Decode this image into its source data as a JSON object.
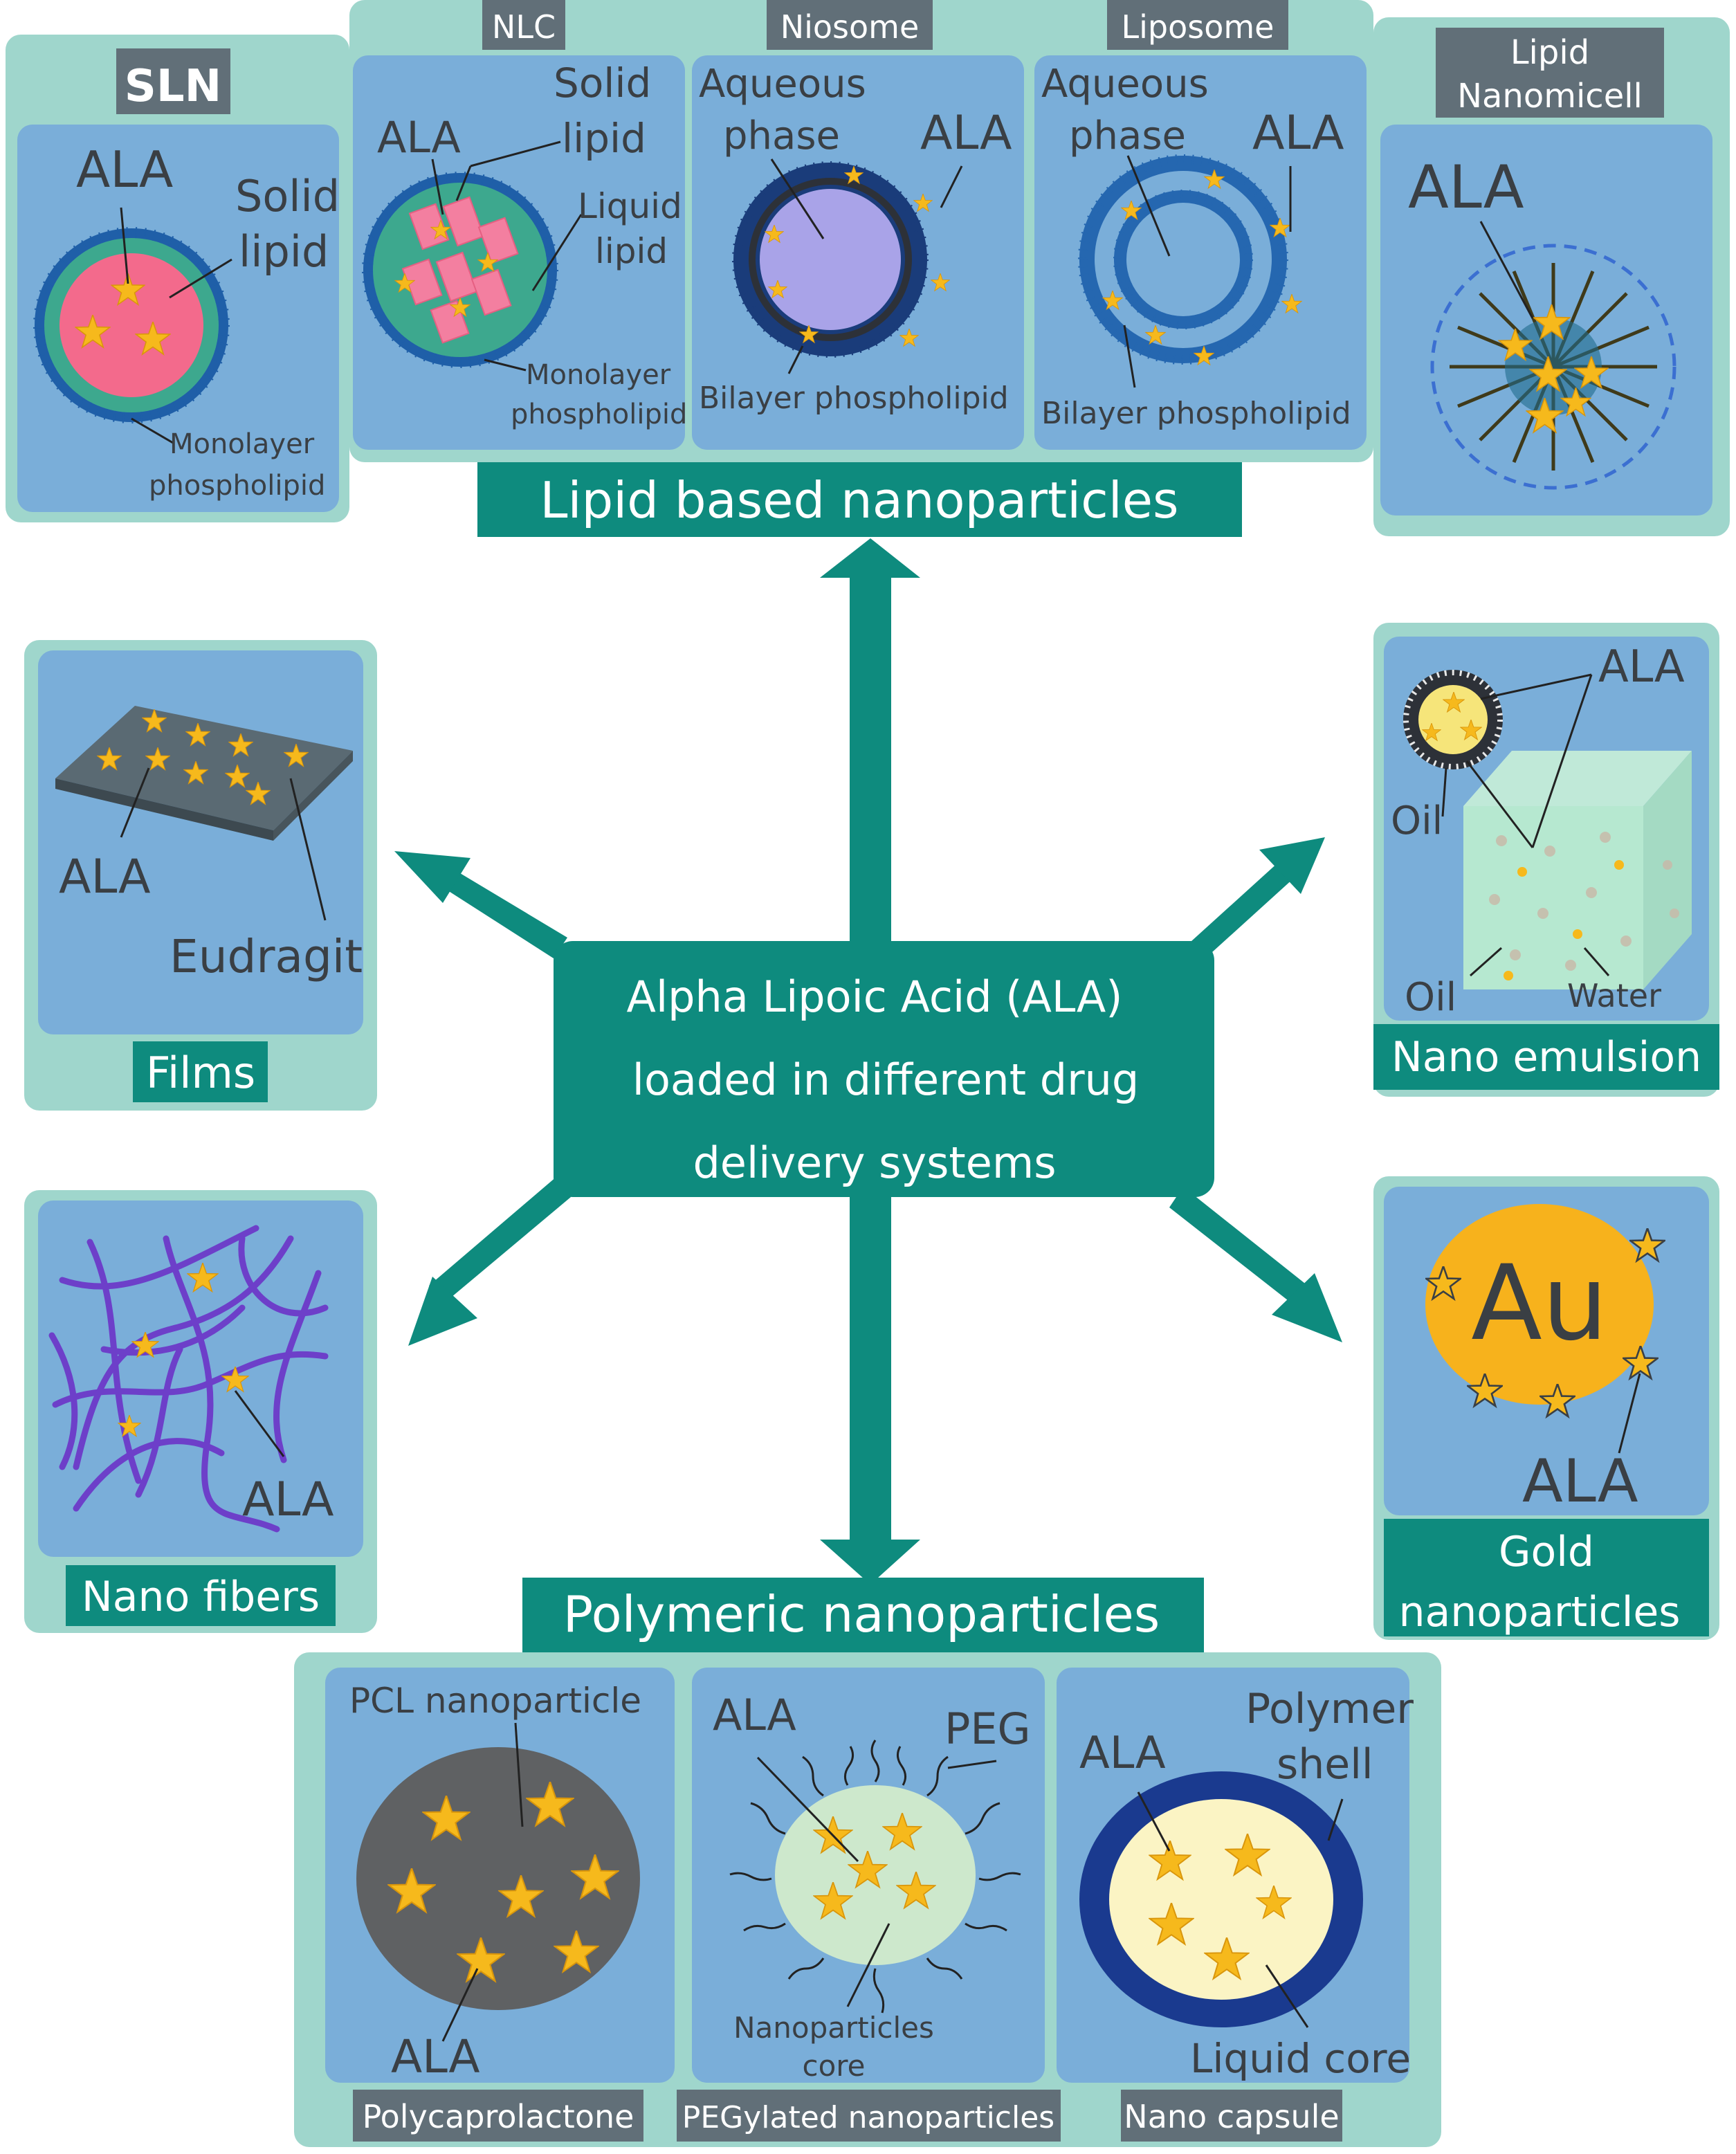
{
  "colors": {
    "outer_panel": "#9fd6cc",
    "inner_panel": "#7aaed9",
    "teal": "#0e8b7e",
    "dark_tag": "#616f78",
    "star": "#f6b91c",
    "text_dark": "#3a3f44"
  },
  "center": {
    "line1": "Alpha Lipoic Acid (ALA)",
    "line2": "loaded in different drug",
    "line3": "delivery systems"
  },
  "lipid": {
    "banner": "Lipid based nanoparticles",
    "sln": {
      "tag": "SLN",
      "ala": "ALA",
      "solid1": "Solid",
      "solid2": "lipid",
      "mono1": "Monolayer",
      "mono2": "phospholipid"
    },
    "nlc": {
      "tag": "NLC",
      "ala": "ALA",
      "solid1": "Solid",
      "solid2": "lipid",
      "liquid1": "Liquid",
      "liquid2": "lipid",
      "mono1": "Monolayer",
      "mono2": "phospholipid"
    },
    "niosome": {
      "tag": "Niosome",
      "aq1": "Aqueous",
      "aq2": "phase",
      "ala": "ALA",
      "bilayer": "Bilayer phospholipid"
    },
    "liposome": {
      "tag": "Liposome",
      "aq1": "Aqueous",
      "aq2": "phase",
      "ala": "ALA",
      "bilayer": "Bilayer phospholipid"
    },
    "micelle": {
      "tag1": "Lipid",
      "tag2": "Nanomicell",
      "ala": "ALA"
    }
  },
  "films": {
    "title": "Films",
    "ala": "ALA",
    "eudragit": "Eudragit"
  },
  "nanoemulsion": {
    "title": "Nano emulsion",
    "ala": "ALA",
    "oil1": "Oil",
    "oil2": "Oil",
    "water": "Water"
  },
  "nanofibers": {
    "title": "Nano fibers",
    "ala": "ALA"
  },
  "gold": {
    "symbol": "Au",
    "ala": "ALA",
    "title1": "Gold",
    "title2": "nanoparticles"
  },
  "polymeric": {
    "banner": "Polymeric nanoparticles",
    "pcl": {
      "title": "Polycaprolactone",
      "label": "PCL nanoparticle",
      "ala": "ALA"
    },
    "peg": {
      "title": "PEGylated nanoparticles",
      "ala": "ALA",
      "peg": "PEG",
      "core1": "Nanoparticles",
      "core2": "core"
    },
    "capsule": {
      "title": "Nano capsule",
      "ala": "ALA",
      "shell1": "Polymer",
      "shell2": "shell",
      "core": "Liquid core"
    }
  }
}
